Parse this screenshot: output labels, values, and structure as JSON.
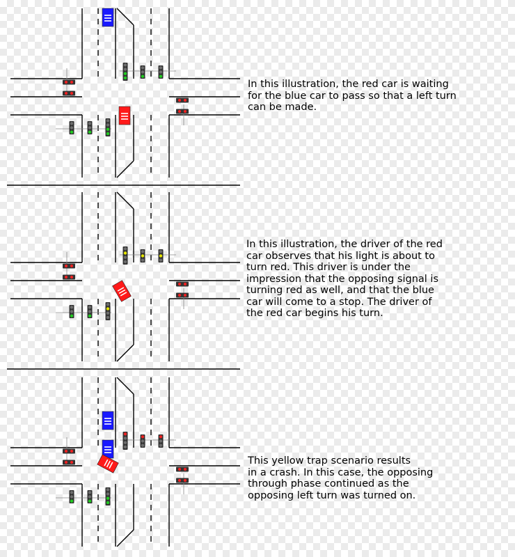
{
  "colors": {
    "road_line": "#000000",
    "blue_car": "#1919ff",
    "red_car": "#ff1a1a",
    "signal_body": "#333333",
    "green": "#22cc22",
    "yellow": "#e6e600",
    "red": "#ee2222",
    "off": "#b0b0b0"
  },
  "panels": [
    {
      "caption": "In this illustration, the red car is waiting\nfor the blue car to pass so that a left turn\ncan be made.",
      "blue_car": "northbound-approach",
      "red_car": "waiting-in-intersection",
      "north_signals": [
        "green",
        "green",
        "green"
      ],
      "south_signals": [
        "green",
        "green",
        "green"
      ],
      "west_signals": [
        "red",
        "red"
      ],
      "east_signals": [
        "red",
        "red"
      ]
    },
    {
      "caption": "In this illustration, the driver of the red\ncar observes that his light is about to\nturn red.  This driver is under the\nimpression that the opposing signal is\nturning red as well, and that the blue\ncar will come to a stop.  The driver of\nthe red car begins his turn.",
      "blue_car": "approaching-stop-line",
      "red_car": "turning",
      "north_signals": [
        "yellow",
        "yellow",
        "yellow"
      ],
      "south_signals": [
        "green",
        "green",
        "yellow"
      ],
      "west_signals": [
        "red",
        "red"
      ],
      "east_signals": [
        "red",
        "red"
      ]
    },
    {
      "caption": "This yellow trap scenario results\nin a crash.  In this case, the opposing\nthrough phase continued as the\nopposing left turn was turned on.",
      "blue_car": "in-intersection",
      "red_car": "crash",
      "north_signals": [
        "red",
        "red",
        "red"
      ],
      "south_signals": [
        "green",
        "green",
        "green"
      ],
      "west_signals": [
        "red",
        "red"
      ],
      "east_signals": [
        "red",
        "red"
      ]
    }
  ]
}
